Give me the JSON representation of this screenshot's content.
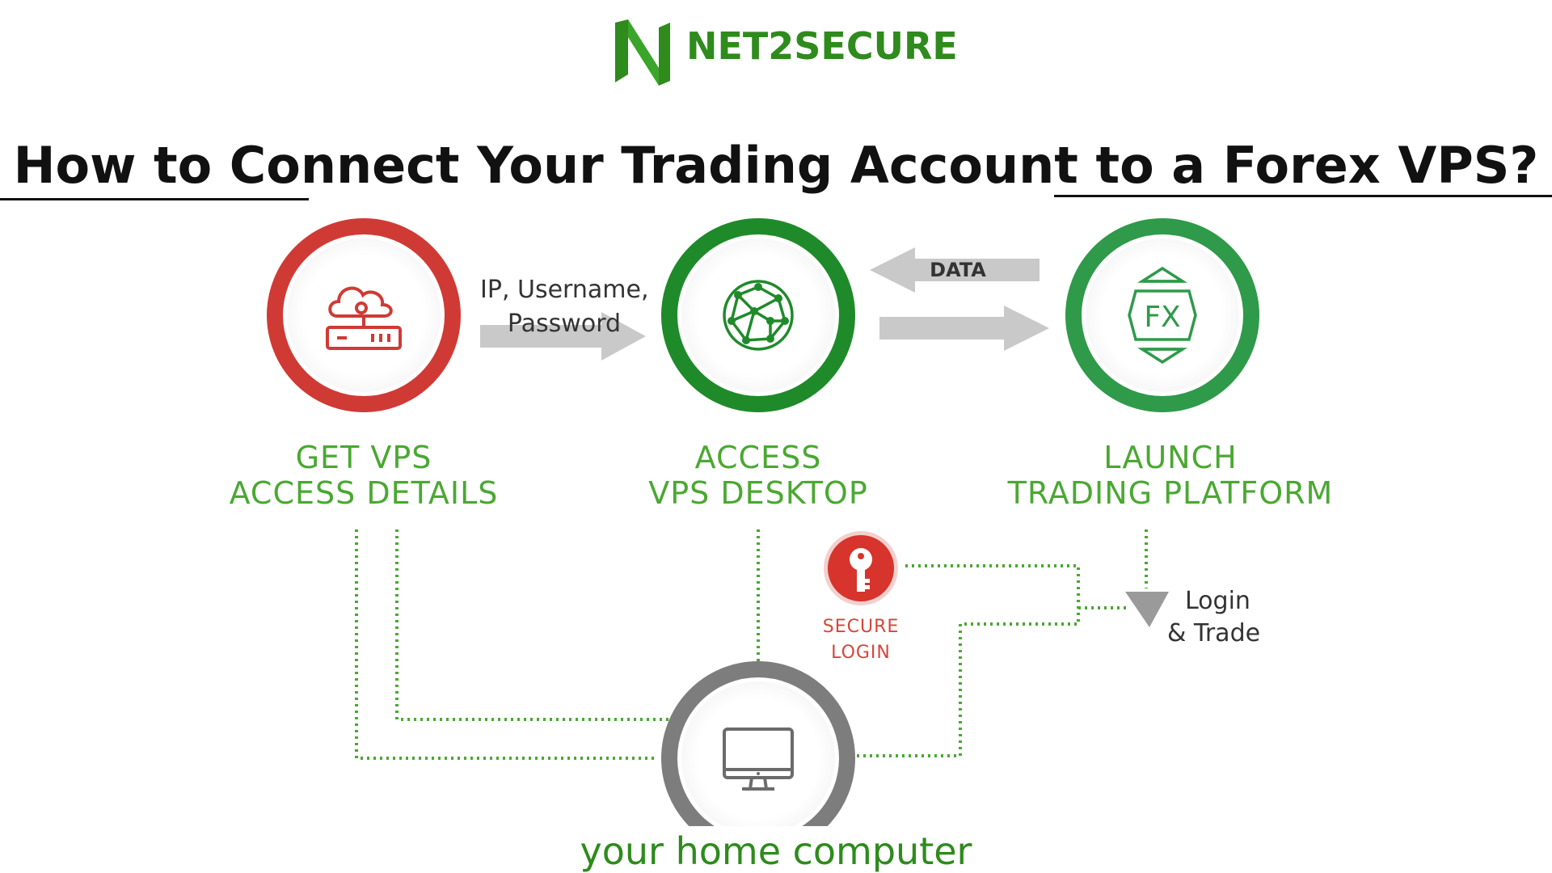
{
  "brand": {
    "name": "NET2SECURE",
    "color": "#2e8b1c"
  },
  "title": "How to Connect Your Trading Account to a Forex VPS?",
  "steps": [
    {
      "line1": "GET VPS",
      "line2": "ACCESS DETAILS",
      "icon": "cloud-server-icon",
      "ring_color": "#d03a35"
    },
    {
      "line1": "ACCESS",
      "line2": "VPS DESKTOP",
      "icon": "globe-network-icon",
      "ring_color": "#1f8a2a"
    },
    {
      "line1": "LAUNCH",
      "line2": "TRADING PLATFORM",
      "icon": "fx-icon",
      "ring_color": "#2f9a4a"
    }
  ],
  "arrows": {
    "credentials_line1": "IP, Username,",
    "credentials_line2": "Password",
    "data_label": "DATA"
  },
  "fx_icon_text": "FX",
  "secure_login": {
    "line1": "SECURE",
    "line2": "LOGIN",
    "icon": "key-icon"
  },
  "login_trade": {
    "line1": "Login",
    "line2": "& Trade"
  },
  "home_computer": {
    "label": "your home computer",
    "icon": "monitor-icon"
  }
}
